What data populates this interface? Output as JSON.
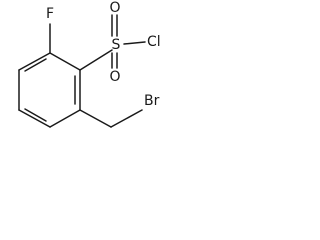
{
  "molecule": {
    "atoms": {
      "fluorine": "F",
      "sulfur": "S",
      "chlorine": "Cl",
      "oxygen_top": "O",
      "oxygen_bottom": "O",
      "bromine": "Br"
    },
    "colors": {
      "ink": "#1a1a1a",
      "background": "#ffffff"
    }
  }
}
